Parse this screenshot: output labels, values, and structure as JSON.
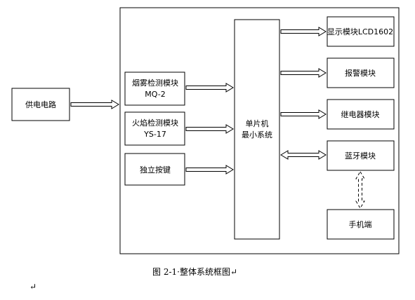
{
  "diagram": {
    "blocks": {
      "power": "供电电路",
      "smoke_line1": "烟雾检测模块",
      "smoke_line2": "MQ-2",
      "fire_line1": "火焰检测模块",
      "fire_line2": "YS-17",
      "key": "独立按键",
      "mcu_line1": "单片机",
      "mcu_line2": "最小系统",
      "lcd": "显示模块LCD1602",
      "alarm": "报警模块",
      "relay": "继电器模块",
      "bluetooth": "蓝牙模块",
      "phone": "手机端"
    },
    "caption": "图 2-1·整体系统框图↵",
    "return_mark": "↵"
  }
}
